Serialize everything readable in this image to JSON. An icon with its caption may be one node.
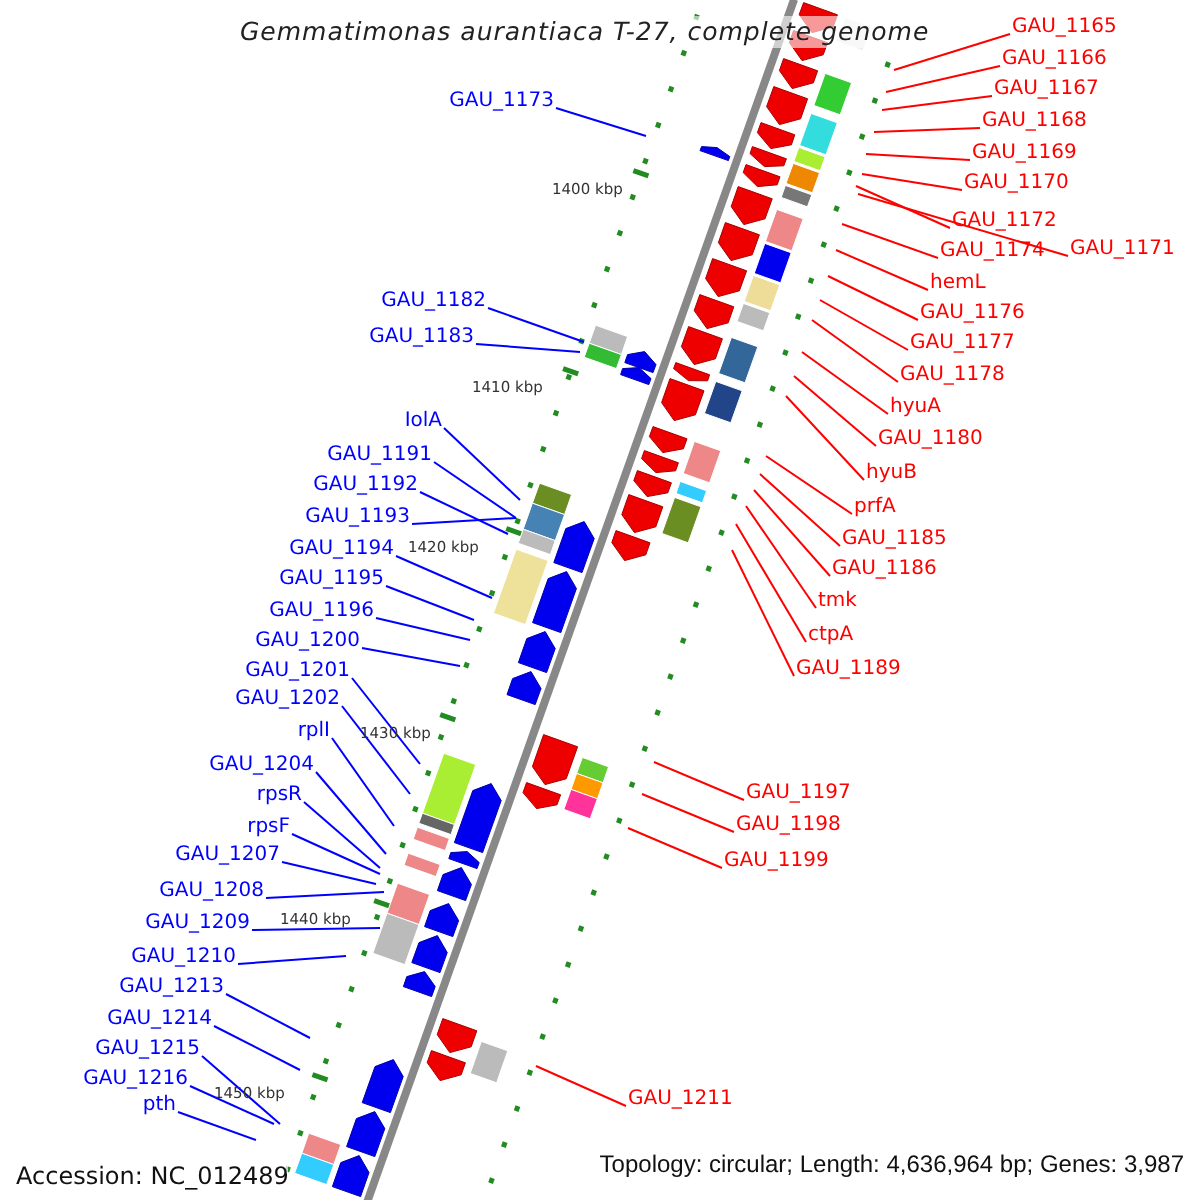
{
  "diagram": {
    "title": "Gemmatimonas aurantiaca T-27, complete genome",
    "nodes": [
      {
        "text": [
          "GAU_1173"
        ]
      },
      {
        "text": [
          "GAU_1182"
        ]
      },
      {
        "text": [
          "GAU_1183"
        ]
      },
      {
        "text": [
          "IolA"
        ]
      },
      {
        "text": [
          "GAU_1191"
        ]
      },
      {
        "text": [
          "GAU_1192"
        ]
      },
      {
        "text": [
          "GAU_1193"
        ]
      },
      {
        "text": [
          "GAU_1194"
        ]
      },
      {
        "text": [
          "GAU_1195"
        ]
      },
      {
        "text": [
          "GAU_1196"
        ]
      },
      {
        "text": [
          "GAU_1200"
        ]
      },
      {
        "text": [
          "GAU_1201"
        ]
      },
      {
        "text": [
          "GAU_1202"
        ]
      },
      {
        "text": [
          "rplI"
        ]
      },
      {
        "text": [
          "GAU_1204"
        ]
      },
      {
        "text": [
          "rpsR"
        ]
      },
      {
        "text": [
          "rpsF"
        ]
      },
      {
        "text": [
          "GAU_1207"
        ]
      },
      {
        "text": [
          "GAU_1208"
        ]
      },
      {
        "text": [
          "GAU_1209"
        ]
      },
      {
        "text": [
          "GAU_1210"
        ]
      },
      {
        "text": [
          "GAU_1213"
        ]
      },
      {
        "text": [
          "GAU_1214"
        ]
      },
      {
        "text": [
          "GAU_1215"
        ]
      },
      {
        "text": [
          "GAU_1216"
        ]
      },
      {
        "text": [
          "pth"
        ]
      },
      {
        "text": [
          "GAU_1165"
        ]
      },
      {
        "text": [
          "GAU_1166"
        ]
      },
      {
        "text": [
          "GAU_1167"
        ]
      },
      {
        "text": [
          "GAU_1168"
        ]
      },
      {
        "text": [
          "GAU_1169"
        ]
      },
      {
        "text": [
          "GAU_1170"
        ]
      },
      {
        "text": [
          "GAU_1172"
        ]
      },
      {
        "text": [
          "GAU_1174"
        ]
      },
      {
        "text": [
          "GAU_1171"
        ]
      },
      {
        "text": [
          "hemL"
        ]
      },
      {
        "text": [
          "GAU_1176"
        ]
      },
      {
        "text": [
          "GAU_1177"
        ]
      },
      {
        "text": [
          "GAU_1178"
        ]
      },
      {
        "text": [
          "hyuA"
        ]
      },
      {
        "text": [
          "GAU_1180"
        ]
      },
      {
        "text": [
          "hyuB"
        ]
      },
      {
        "text": [
          "prfA"
        ]
      },
      {
        "text": [
          "GAU_1185"
        ]
      },
      {
        "text": [
          "GAU_1186"
        ]
      },
      {
        "text": [
          "tmk"
        ]
      },
      {
        "text": [
          "ctpA"
        ]
      },
      {
        "text": [
          "GAU_1189"
        ]
      },
      {
        "text": [
          "GAU_1197"
        ]
      },
      {
        "text": [
          "GAU_1198"
        ]
      },
      {
        "text": [
          "GAU_1199"
        ]
      },
      {
        "text": [
          "GAU_1211"
        ]
      }
    ],
    "edges": [
      {
        "from": 0,
        "to": null,
        "arrow": "none",
        "color": "#0000ff"
      },
      {
        "from": 1,
        "to": null,
        "arrow": "none",
        "color": "#0000ff"
      },
      {
        "from": 2,
        "to": null,
        "arrow": "none",
        "color": "#0000ff"
      },
      {
        "from": 3,
        "to": null,
        "arrow": "none",
        "color": "#0000ff"
      },
      {
        "from": 4,
        "to": null,
        "arrow": "none",
        "color": "#0000ff"
      },
      {
        "from": 5,
        "to": null,
        "arrow": "none",
        "color": "#0000ff"
      },
      {
        "from": 6,
        "to": null,
        "arrow": "none",
        "color": "#0000ff"
      },
      {
        "from": 7,
        "to": null,
        "arrow": "none",
        "color": "#0000ff"
      },
      {
        "from": 8,
        "to": null,
        "arrow": "none",
        "color": "#0000ff"
      },
      {
        "from": 9,
        "to": null,
        "arrow": "none",
        "color": "#0000ff"
      },
      {
        "from": 10,
        "to": null,
        "arrow": "none",
        "color": "#0000ff"
      },
      {
        "from": 11,
        "to": null,
        "arrow": "none",
        "color": "#0000ff"
      },
      {
        "from": 12,
        "to": null,
        "arrow": "none",
        "color": "#0000ff"
      },
      {
        "from": 13,
        "to": null,
        "arrow": "none",
        "color": "#0000ff"
      },
      {
        "from": 14,
        "to": null,
        "arrow": "none",
        "color": "#0000ff"
      },
      {
        "from": 15,
        "to": null,
        "arrow": "none",
        "color": "#0000ff"
      },
      {
        "from": 16,
        "to": null,
        "arrow": "none",
        "color": "#0000ff"
      },
      {
        "from": 17,
        "to": null,
        "arrow": "none",
        "color": "#0000ff"
      },
      {
        "from": 18,
        "to": null,
        "arrow": "none",
        "color": "#0000ff"
      },
      {
        "from": 19,
        "to": null,
        "arrow": "none",
        "color": "#0000ff"
      },
      {
        "from": 20,
        "to": null,
        "arrow": "none",
        "color": "#0000ff"
      },
      {
        "from": 21,
        "to": null,
        "arrow": "none",
        "color": "#0000ff"
      },
      {
        "from": 22,
        "to": null,
        "arrow": "none",
        "color": "#0000ff"
      },
      {
        "from": 23,
        "to": null,
        "arrow": "none",
        "color": "#0000ff"
      },
      {
        "from": 24,
        "to": null,
        "arrow": "none",
        "color": "#0000ff"
      },
      {
        "from": 25,
        "to": null,
        "arrow": "none",
        "color": "#0000ff"
      },
      {
        "from": 26,
        "to": null,
        "arrow": "none",
        "color": "#ff0000"
      },
      {
        "from": 27,
        "to": null,
        "arrow": "none",
        "color": "#ff0000"
      },
      {
        "from": 28,
        "to": null,
        "arrow": "none",
        "color": "#ff0000"
      },
      {
        "from": 29,
        "to": null,
        "arrow": "none",
        "color": "#ff0000"
      },
      {
        "from": 30,
        "to": null,
        "arrow": "none",
        "color": "#ff0000"
      },
      {
        "from": 31,
        "to": null,
        "arrow": "none",
        "color": "#ff0000"
      },
      {
        "from": 32,
        "to": null,
        "arrow": "none",
        "color": "#ff0000"
      },
      {
        "from": 33,
        "to": null,
        "arrow": "none",
        "color": "#ff0000"
      },
      {
        "from": 34,
        "to": null,
        "arrow": "none",
        "color": "#ff0000"
      },
      {
        "from": 35,
        "to": null,
        "arrow": "none",
        "color": "#ff0000"
      },
      {
        "from": 36,
        "to": null,
        "arrow": "none",
        "color": "#ff0000"
      },
      {
        "from": 37,
        "to": null,
        "arrow": "none",
        "color": "#ff0000"
      },
      {
        "from": 38,
        "to": null,
        "arrow": "none",
        "color": "#ff0000"
      },
      {
        "from": 39,
        "to": null,
        "arrow": "none",
        "color": "#ff0000"
      },
      {
        "from": 40,
        "to": null,
        "arrow": "none",
        "color": "#ff0000"
      },
      {
        "from": 41,
        "to": null,
        "arrow": "none",
        "color": "#ff0000"
      },
      {
        "from": 42,
        "to": null,
        "arrow": "none",
        "color": "#ff0000"
      },
      {
        "from": 43,
        "to": null,
        "arrow": "none",
        "color": "#ff0000"
      },
      {
        "from": 44,
        "to": null,
        "arrow": "none",
        "color": "#ff0000"
      },
      {
        "from": 45,
        "to": null,
        "arrow": "none",
        "color": "#ff0000"
      },
      {
        "from": 46,
        "to": null,
        "arrow": "none",
        "color": "#ff0000"
      },
      {
        "from": 47,
        "to": null,
        "arrow": "none",
        "color": "#ff0000"
      },
      {
        "from": 48,
        "to": null,
        "arrow": "none",
        "color": "#ff0000"
      },
      {
        "from": 49,
        "to": null,
        "arrow": "none",
        "color": "#ff0000"
      },
      {
        "from": 50,
        "to": null,
        "arrow": "none",
        "color": "#ff0000"
      },
      {
        "from": 51,
        "to": null,
        "arrow": "none",
        "color": "#ff0000"
      }
    ],
    "labels": [
      "1400 kbp",
      "1410 kbp",
      "1420 kbp",
      "1430 kbp",
      "1440 kbp",
      "1450 kbp",
      "Accession: NC_012489",
      "Topology: circular; Length: 4,636,964 bp; Genes: 3,987"
    ]
  }
}
